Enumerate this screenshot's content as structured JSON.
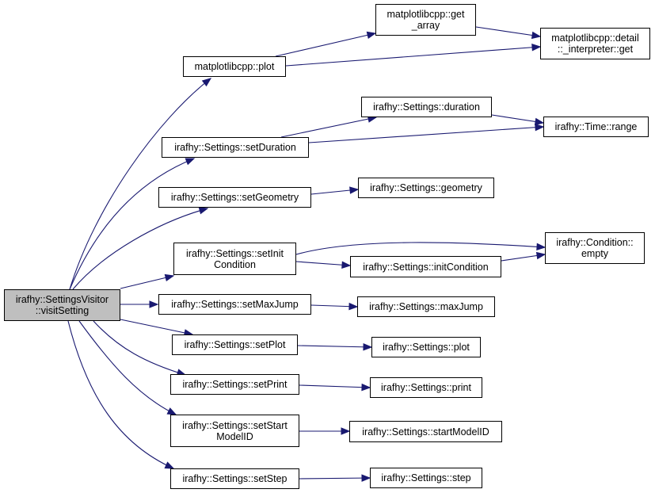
{
  "diagram": {
    "nodes": {
      "visit_setting": {
        "line1": "irafhy::SettingsVisitor",
        "line2": "::visitSetting"
      },
      "plot_func": {
        "line1": "matplotlibcpp::plot",
        "line2": ""
      },
      "get_array": {
        "line1": "matplotlibcpp::get",
        "line2": "_array"
      },
      "interpreter_get": {
        "line1": "matplotlibcpp::detail",
        "line2": "::_interpreter::get"
      },
      "set_duration": {
        "line1": "irafhy::Settings::setDuration",
        "line2": ""
      },
      "duration": {
        "line1": "irafhy::Settings::duration",
        "line2": ""
      },
      "time_range": {
        "line1": "irafhy::Time::range",
        "line2": ""
      },
      "set_geometry": {
        "line1": "irafhy::Settings::setGeometry",
        "line2": ""
      },
      "geometry": {
        "line1": "irafhy::Settings::geometry",
        "line2": ""
      },
      "set_init_condition": {
        "line1": "irafhy::Settings::setInit",
        "line2": "Condition"
      },
      "init_condition": {
        "line1": "irafhy::Settings::initCondition",
        "line2": ""
      },
      "condition_empty": {
        "line1": "irafhy::Condition::",
        "line2": "empty"
      },
      "set_max_jump": {
        "line1": "irafhy::Settings::setMaxJump",
        "line2": ""
      },
      "max_jump": {
        "line1": "irafhy::Settings::maxJump",
        "line2": ""
      },
      "set_plot": {
        "line1": "irafhy::Settings::setPlot",
        "line2": ""
      },
      "plot_setting": {
        "line1": "irafhy::Settings::plot",
        "line2": ""
      },
      "set_print": {
        "line1": "irafhy::Settings::setPrint",
        "line2": ""
      },
      "print_setting": {
        "line1": "irafhy::Settings::print",
        "line2": ""
      },
      "set_start_model_id": {
        "line1": "irafhy::Settings::setStart",
        "line2": "ModelID"
      },
      "start_model_id": {
        "line1": "irafhy::Settings::startModelID",
        "line2": ""
      },
      "set_step": {
        "line1": "irafhy::Settings::setStep",
        "line2": ""
      },
      "step": {
        "line1": "irafhy::Settings::step",
        "line2": ""
      }
    },
    "edges": [
      {
        "from": "visit_setting",
        "to": "plot_func"
      },
      {
        "from": "visit_setting",
        "to": "set_duration"
      },
      {
        "from": "visit_setting",
        "to": "set_geometry"
      },
      {
        "from": "visit_setting",
        "to": "set_init_condition"
      },
      {
        "from": "visit_setting",
        "to": "set_max_jump"
      },
      {
        "from": "visit_setting",
        "to": "set_plot"
      },
      {
        "from": "visit_setting",
        "to": "set_print"
      },
      {
        "from": "visit_setting",
        "to": "set_start_model_id"
      },
      {
        "from": "visit_setting",
        "to": "set_step"
      },
      {
        "from": "plot_func",
        "to": "get_array"
      },
      {
        "from": "plot_func",
        "to": "interpreter_get"
      },
      {
        "from": "get_array",
        "to": "interpreter_get"
      },
      {
        "from": "set_duration",
        "to": "duration"
      },
      {
        "from": "set_duration",
        "to": "time_range"
      },
      {
        "from": "duration",
        "to": "time_range"
      },
      {
        "from": "set_geometry",
        "to": "geometry"
      },
      {
        "from": "set_init_condition",
        "to": "condition_empty"
      },
      {
        "from": "set_init_condition",
        "to": "init_condition"
      },
      {
        "from": "init_condition",
        "to": "condition_empty"
      },
      {
        "from": "set_max_jump",
        "to": "max_jump"
      },
      {
        "from": "set_plot",
        "to": "plot_setting"
      },
      {
        "from": "set_print",
        "to": "print_setting"
      },
      {
        "from": "set_start_model_id",
        "to": "start_model_id"
      },
      {
        "from": "set_step",
        "to": "step"
      }
    ],
    "colors": {
      "edge": "#191970",
      "root_fill": "#bfbfbf",
      "node_fill": "#ffffff",
      "border": "#000000"
    }
  }
}
